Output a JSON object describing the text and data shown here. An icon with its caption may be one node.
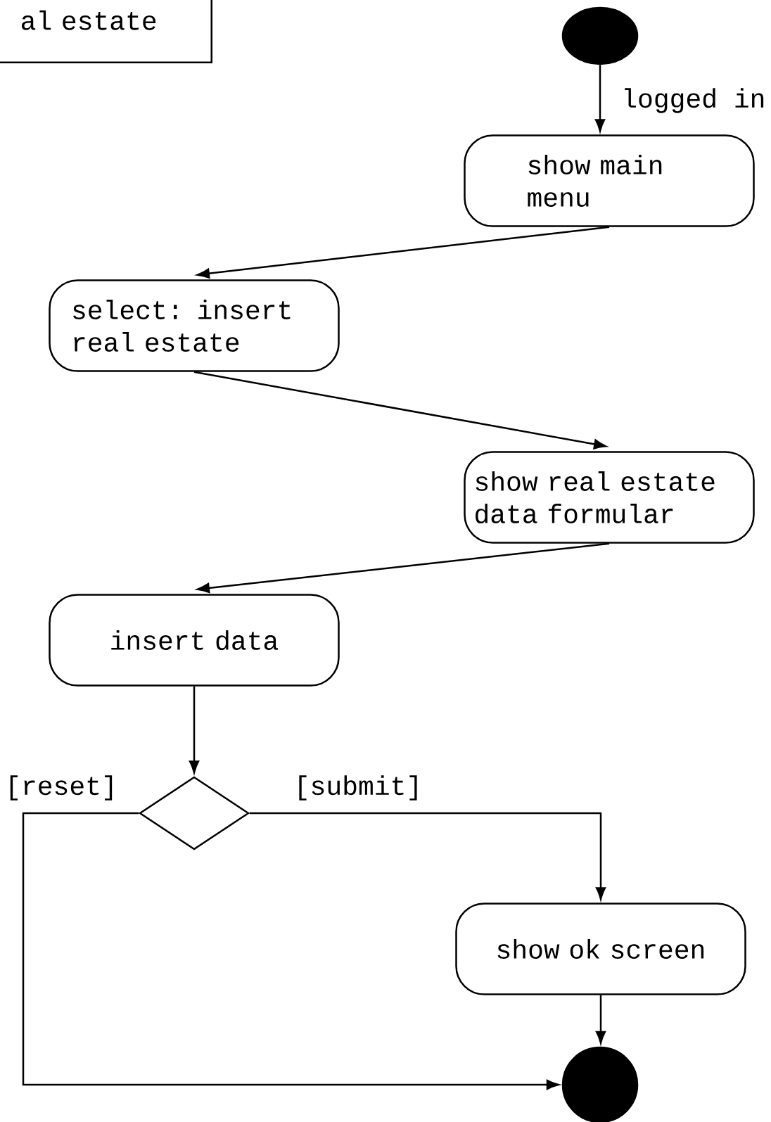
{
  "diagram": {
    "nodes": [
      {
        "text": [
          "al estate"
        ]
      },
      {
        "text": [],
        "shape": "circle"
      },
      {
        "text": [
          "show main menu"
        ]
      },
      {
        "text": [
          "select: insert real estate"
        ]
      },
      {
        "text": [
          "show real estate data formular"
        ]
      },
      {
        "text": [
          "insert data"
        ]
      },
      {
        "text": [],
        "shape": "diamond"
      },
      {
        "text": [
          "show ok screen"
        ]
      },
      {
        "text": [],
        "shape": "circle"
      }
    ],
    "edges": [
      {
        "from": 1,
        "to": 2,
        "arrow": "to",
        "label": "logged in"
      },
      {
        "from": 2,
        "to": 3,
        "arrow": "to"
      },
      {
        "from": 3,
        "to": 4,
        "arrow": "to"
      },
      {
        "from": 4,
        "to": 5,
        "arrow": "to"
      },
      {
        "from": 5,
        "to": 6,
        "arrow": "to"
      },
      {
        "from": 6,
        "to": 7,
        "arrow": "to",
        "label": "[submit]"
      },
      {
        "from": 6,
        "to": 8,
        "arrow": "to",
        "label": "[reset]"
      },
      {
        "from": 7,
        "to": 8,
        "arrow": "to"
      }
    ]
  }
}
